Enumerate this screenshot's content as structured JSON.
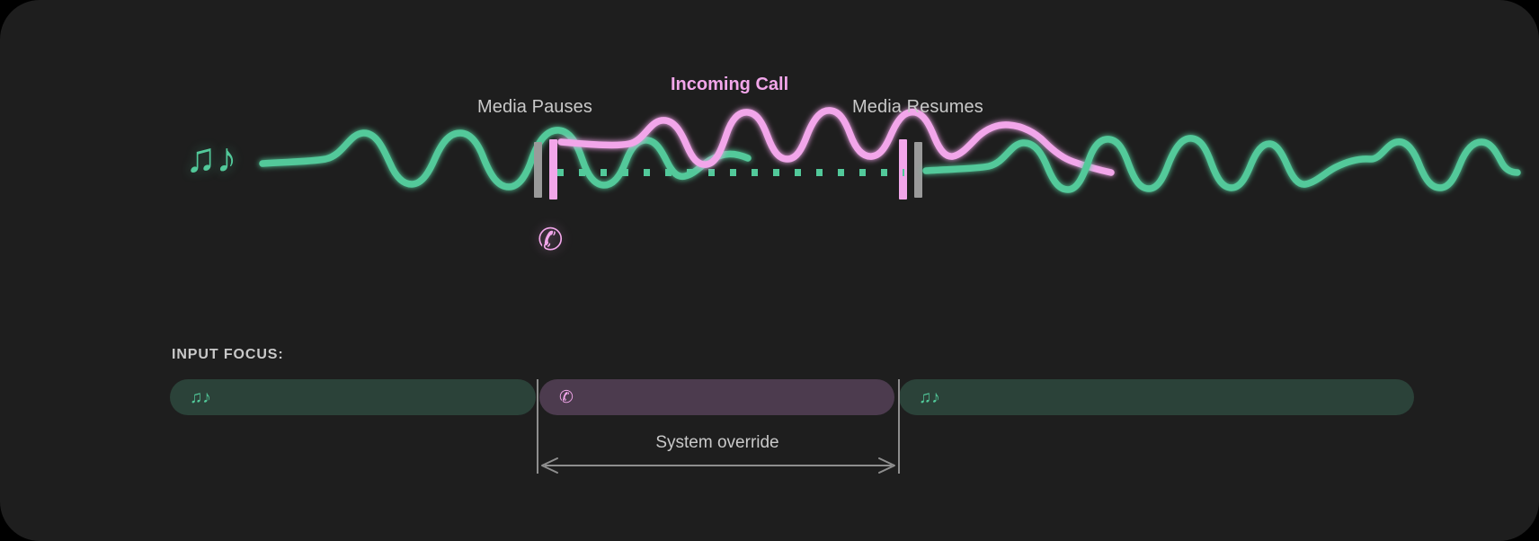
{
  "theme": {
    "background": "#1e1e1e",
    "page_background": "#000000",
    "media_color": "#52c99a",
    "call_color": "#f2a6ea",
    "marker_gray": "#9a9a9a",
    "text_color": "#c9c9c9",
    "media_bar_fill": "#2b4239",
    "call_bar_fill": "#4c3b4e"
  },
  "timeline": {
    "media_icon": "♫♪",
    "call_icon": "✆",
    "labels": {
      "media_pauses": "Media Pauses",
      "incoming_call": "Incoming Call",
      "media_resumes": "Media Resumes"
    }
  },
  "focus": {
    "title": "INPUT FOCUS:",
    "segments": [
      {
        "name": "media-before",
        "icon": "♫♪",
        "kind": "media"
      },
      {
        "name": "call",
        "icon": "✆",
        "kind": "call"
      },
      {
        "name": "media-after",
        "icon": "♫♪",
        "kind": "media"
      }
    ],
    "override_label": "System override"
  }
}
